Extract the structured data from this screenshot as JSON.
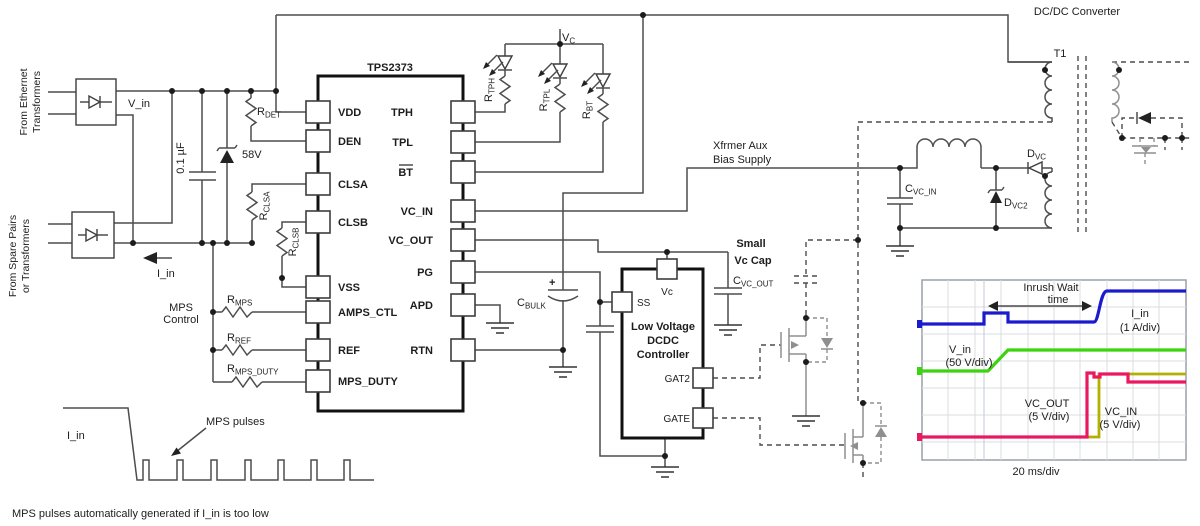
{
  "labels": {
    "from_ethernet": [
      "From Ethernet",
      "Transformers"
    ],
    "from_spare": [
      "From Spare Pairs",
      "or Transformers"
    ],
    "v_in": "V_in",
    "i_in": "I_in",
    "input_cap": "0.1 µF",
    "zener": "58V",
    "mps_control": [
      "MPS",
      "Control"
    ],
    "i_in_wave": "I_in",
    "mps_pulses": "MPS pulses",
    "caption": "MPS pulses automatically generated if I_in is too low",
    "xfrmer_aux": [
      "Xfrmer Aux",
      "Bias Supply"
    ],
    "small_vc_cap": [
      "Small",
      "Vc Cap"
    ],
    "dcdc_converter": "DC/DC Converter",
    "t1": "T1",
    "vc_rail": {
      "base": "V",
      "sub": "C"
    }
  },
  "parts": {
    "r_det": {
      "base": "R",
      "sub": "DET"
    },
    "r_clsa": {
      "base": "R",
      "sub": "CLSA"
    },
    "r_clsb": {
      "base": "R",
      "sub": "CLSB"
    },
    "r_mps": {
      "base": "R",
      "sub": "MPS"
    },
    "r_ref": {
      "base": "R",
      "sub": "REF"
    },
    "r_mps_duty": {
      "base": "R",
      "sub": "MPS_DUTY"
    },
    "r_tph": {
      "base": "R",
      "sub": "TPH"
    },
    "r_tpl": {
      "base": "R",
      "sub": "TPL"
    },
    "r_bt": {
      "base": "R",
      "sub": "BT"
    },
    "c_bulk": {
      "base": "C",
      "sub": "BULK"
    },
    "c_vc_out": {
      "base": "C",
      "sub": "VC_OUT"
    },
    "c_vc_in": {
      "base": "C",
      "sub": "VC_IN"
    },
    "d_vc": {
      "base": "D",
      "sub": "VC"
    },
    "d_vc2": {
      "base": "D",
      "sub": "VC2"
    },
    "plus": "+"
  },
  "chip": {
    "title": "TPS2373",
    "left_pins": [
      "VDD",
      "DEN",
      "CLSA",
      "CLSB",
      "VSS",
      "AMPS_CTL",
      "REF",
      "MPS_DUTY"
    ],
    "right_pins": [
      "TPH",
      "TPL",
      "BT",
      "VC_IN",
      "VC_OUT",
      "PG",
      "APD",
      "RTN"
    ]
  },
  "controller": {
    "lines": [
      "Low Voltage",
      "DCDC",
      "Controller"
    ],
    "pins": {
      "ss": "SS",
      "vc": "Vc",
      "gat2": "GAT2",
      "gate": "GATE"
    }
  },
  "scope": {
    "annotation": [
      "Inrush Wait",
      "time"
    ],
    "timebase": "20 ms/div",
    "grid_color": "#d9dce2",
    "channels": [
      {
        "name": "I_in",
        "scale": "(1 A/div)",
        "color": "#1a1ace"
      },
      {
        "name": "V_in",
        "scale": "(50 V/div)",
        "color": "#3bd40e"
      },
      {
        "name": "VC_OUT",
        "scale": "(5 V/div)",
        "color": "#e91860"
      },
      {
        "name": "VC_IN",
        "scale": "(5 V/div)",
        "color": "#b4af00"
      }
    ]
  }
}
